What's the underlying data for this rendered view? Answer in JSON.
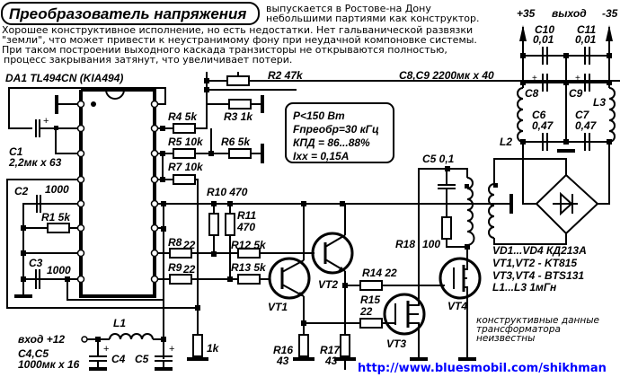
{
  "title": "Преобразователь напряжения",
  "subtitle_lines": [
    "выпускается в Ростове-на Дону",
    "небольшими партиями как конструктор."
  ],
  "description_lines": [
    "Хорошее конструктивное исполнение, но есть недостатки. Нет гальванической развязки",
    "\"земли\", что может привести к неустранимому фону при неудачной компоновке системы.",
    "При таком построении выходного каскада транзисторы не открываются полностью,",
    "процесс закрывания затянут, что увеличивает потери."
  ],
  "chip_label": "DA1  TL494CN  (KIA494)",
  "specs": [
    "P<150 Вт",
    "Fпреобр=30 кГц",
    "КПД = 86...88%",
    "Ixx = 0,15A"
  ],
  "output": {
    "plus": "+35",
    "label": "выход",
    "minus": "-35"
  },
  "components": {
    "C1": "C1",
    "C1_val": "2,2мк x 63",
    "C2": "C2",
    "C2_val": "1000",
    "C3": "C3",
    "C3_val": "1000",
    "R1": "R1  5k",
    "R2": "R2  47k",
    "R3": "R3 1k",
    "R4": "R4  5k",
    "R5": "R5 10k",
    "R6": "R6  5k",
    "R7": "R7 10k",
    "R8": "R8",
    "R8_val": "22",
    "R9": "R9",
    "R9_val": "22",
    "R10": "R10  470",
    "R11": "R11",
    "R11_val": "470",
    "R12": "R12 5k",
    "R13": "R13 5k",
    "R14": "R14  22",
    "R15": "R15",
    "R15_val": "22",
    "R16": "R16",
    "R16_val": "43",
    "R17": "R17",
    "R17_val": "43",
    "R18": "R18",
    "R18_val": "100",
    "R_1k": "1k",
    "C5top": "C5  0,1",
    "C8C9": "C8,C9  2200мк x 40",
    "C8": "C8",
    "C9": "C9",
    "C6": "C6",
    "C6_val": "0,47",
    "C7": "C7",
    "C7_val": "0,47",
    "C10": "C10",
    "C10_val": "0,01",
    "C11": "C11",
    "C11_val": "0,01",
    "L1": "L1",
    "L2": "L2",
    "L3": "L3",
    "C4": "C4",
    "C5": "C5",
    "VT1": "VT1",
    "VT2": "VT2",
    "VT3": "VT3",
    "VT4": "VT4",
    "input": "вход +12",
    "C4C5_a": "C4,C5",
    "C4C5_b": "1000мк x 16"
  },
  "parts_list": [
    "VD1...VD4 КД213А",
    "VT1,VT2 - KT815",
    "VT3,VT4 - BTS131",
    " L1...L3 1мГн"
  ],
  "transformer_note": [
    "конструктивные данные",
    "трансформатора",
    "неизвестны"
  ],
  "url": "http://www.bluesmobil.com/shikhman",
  "colors": {
    "url": "#0000ff",
    "ink": "#000000",
    "background": "#ffffff"
  }
}
